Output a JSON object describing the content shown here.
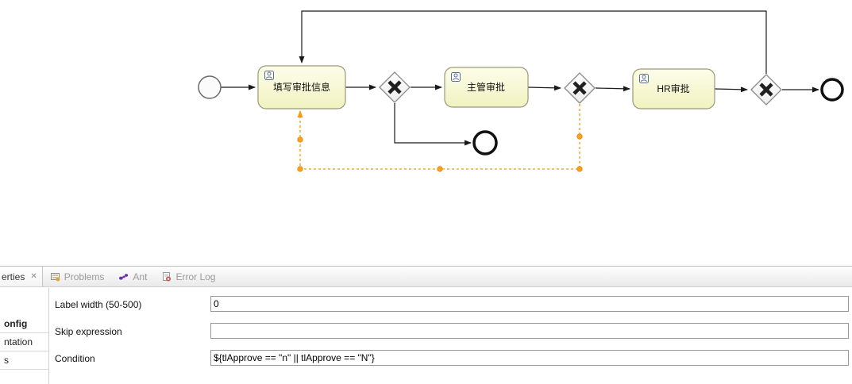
{
  "diagram": {
    "tasks": [
      {
        "label": "填写审批信息"
      },
      {
        "label": "主管审批"
      },
      {
        "label": "HR审批"
      }
    ],
    "selected_flow_color": "#ff9900"
  },
  "properties_panel": {
    "tabs": [
      {
        "label": "erties",
        "close_icon": "✕"
      },
      {
        "label": "Problems"
      },
      {
        "label": "Ant"
      },
      {
        "label": "Error Log"
      }
    ],
    "sidebar_items": [
      {
        "label": "onfig"
      },
      {
        "label": "ntation"
      },
      {
        "label": "s"
      }
    ],
    "fields": [
      {
        "label": "Label width (50-500)",
        "value": "0"
      },
      {
        "label": "Skip expression",
        "value": ""
      },
      {
        "label": "Condition",
        "value": "${tlApprove == \"n\" || tlApprove == \"N\"}"
      }
    ]
  }
}
